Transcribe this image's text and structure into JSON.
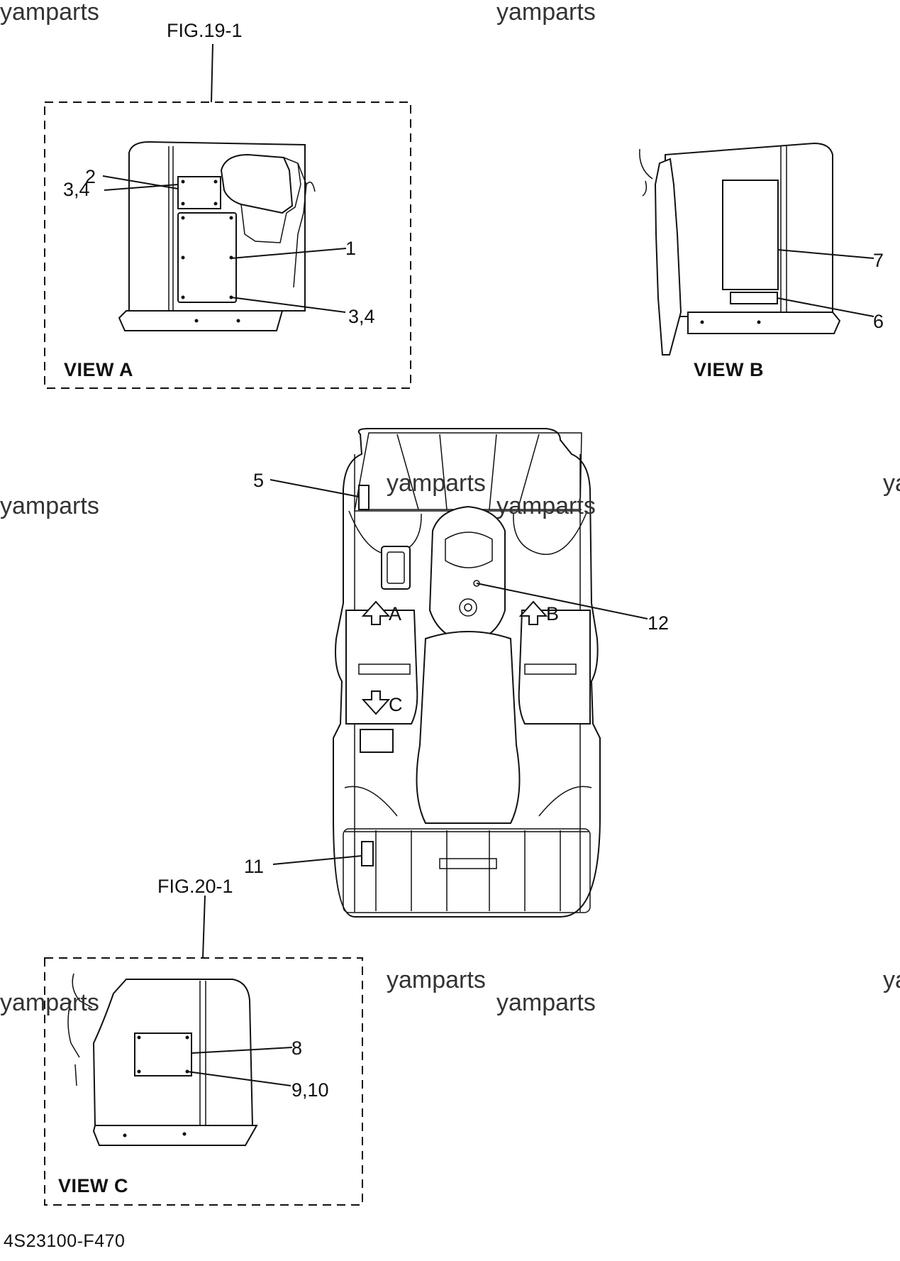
{
  "watermarks": [
    "yamparts",
    "yamparts",
    "yamparts",
    "yamparts",
    "ya",
    "yamparts",
    "yamparts",
    "yamparts",
    "ya",
    "yamparts"
  ],
  "figure_refs": {
    "fig19": "FIG.19-1",
    "fig20": "FIG.20-1"
  },
  "views": {
    "a": "VIEW A",
    "b": "VIEW B",
    "c": "VIEW C"
  },
  "callouts": {
    "c1": "1",
    "c2": "2",
    "c34_top": "3,4",
    "c34_bottom": "3,4",
    "c5": "5",
    "c6": "6",
    "c7": "7",
    "c8": "8",
    "c910": "9,10",
    "c11": "11",
    "c12": "12"
  },
  "arrow_letters": {
    "a": "A",
    "b": "B",
    "c": "C"
  },
  "drawing_code": "4S23100-F470"
}
